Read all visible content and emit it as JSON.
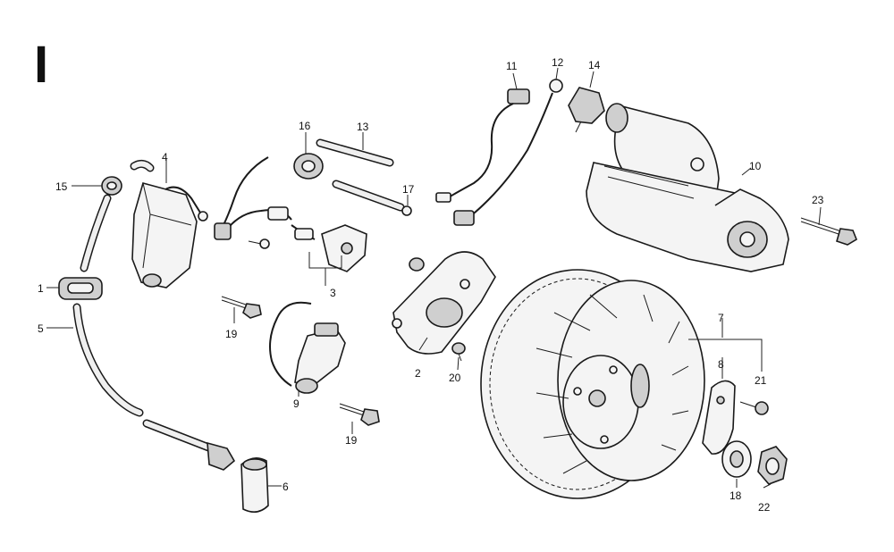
{
  "section_letter": "I",
  "labels": {
    "p1": "1",
    "p2": "2",
    "p3": "3",
    "p4": "4",
    "p5": "5",
    "p6": "6",
    "p7": "7",
    "p8": "8",
    "p9": "9",
    "p10": "10",
    "p11": "11",
    "p12": "12",
    "p13": "13",
    "p14": "14",
    "p15": "15",
    "p16": "16",
    "p17": "17",
    "p18": "18",
    "p19a": "19",
    "p19b": "19",
    "p20": "20",
    "p21": "21",
    "p22": "22",
    "p23": "23"
  }
}
